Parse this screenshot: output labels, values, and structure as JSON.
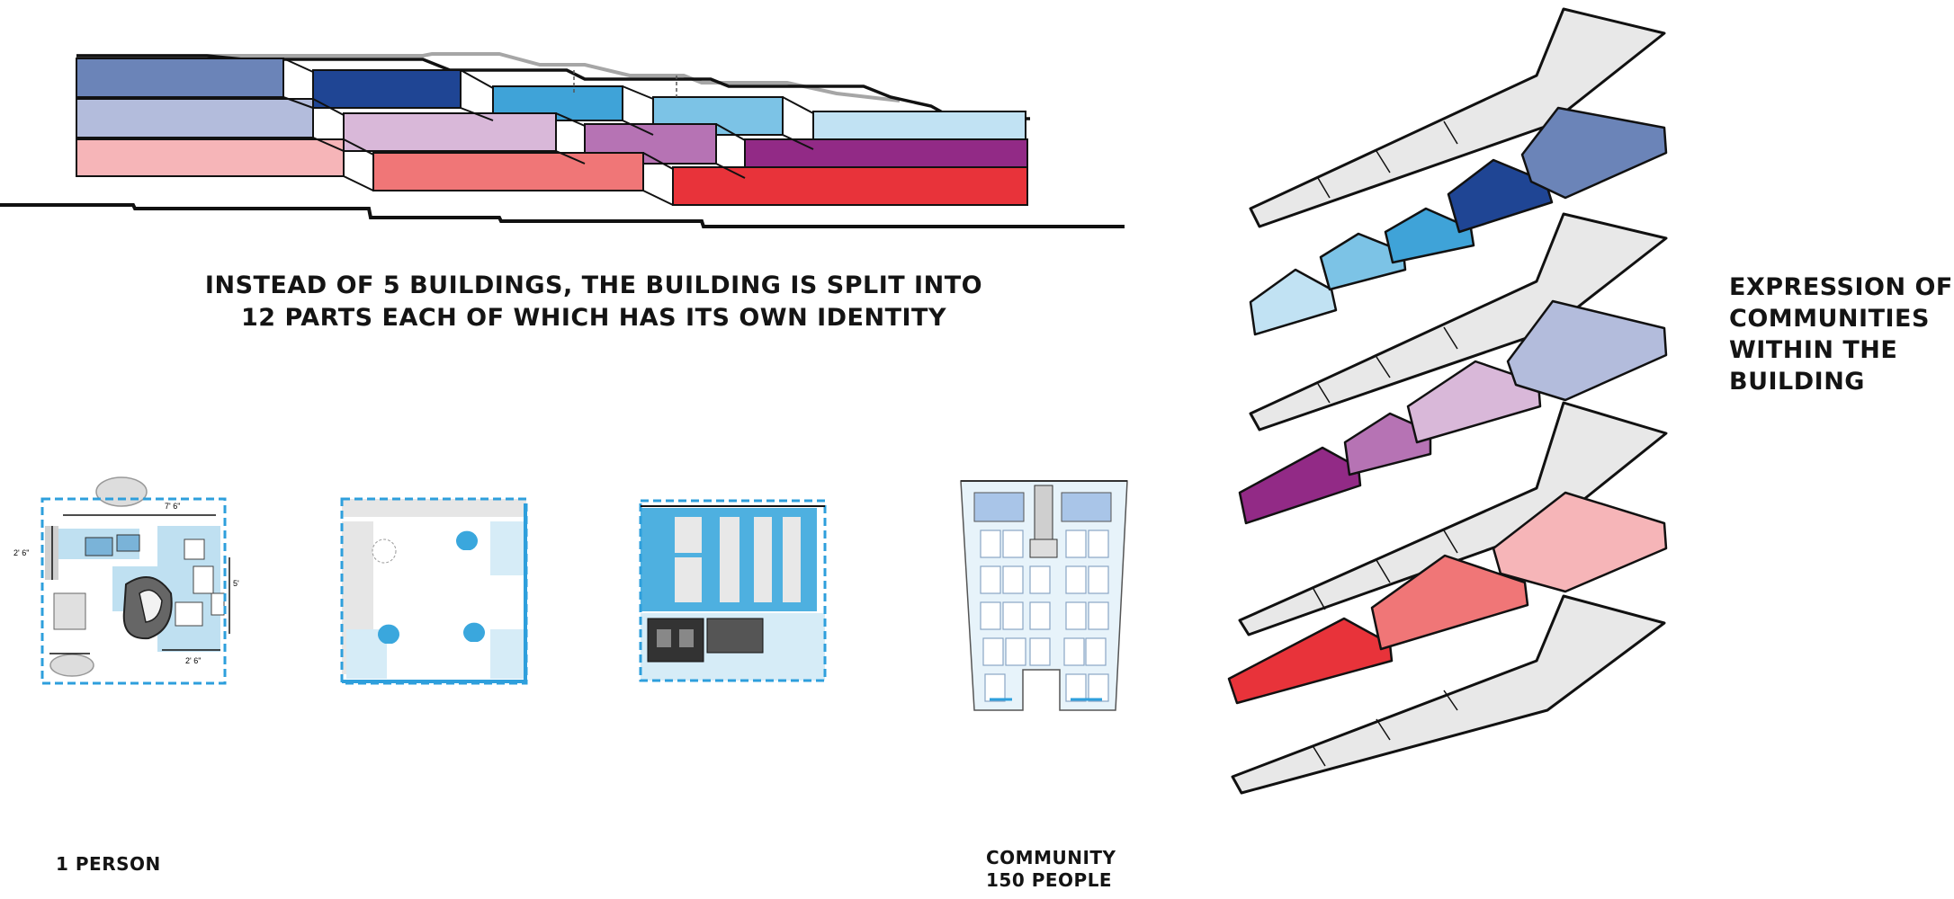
{
  "caption": {
    "line1": "INSTEAD OF 5 BUILDINGS, THE BUILDING IS SPLIT INTO",
    "line2": "12 PARTS EACH OF WHICH HAS ITS OWN IDENTITY"
  },
  "expression": [
    "EXPRESSION OF",
    "COMMUNITIES",
    "WITHIN THE",
    "BUILDING"
  ],
  "scale": {
    "start_label": "1 PERSON",
    "end_label_1": "COMMUNITY",
    "end_label_2": "150 PEOPLE"
  },
  "plan_dimensions": {
    "top": "7' 6\"",
    "left": "2' 6\"",
    "right": "5'",
    "bottom": "2' 6\""
  },
  "colors": {
    "blue_group": [
      "#6b84b8",
      "#1f4594",
      "#3fa3d8",
      "#7cc3e6",
      "#c1e2f3"
    ],
    "lavender_group": [
      "#b3bcdc",
      "#d9b8d9",
      "#b673b4",
      "#922a86"
    ],
    "pink_group": [
      "#f6b5b8",
      "#f07677",
      "#e8333a"
    ],
    "gray_floor": "#e5e5e5",
    "plan_blue": "#2e9fdc"
  }
}
